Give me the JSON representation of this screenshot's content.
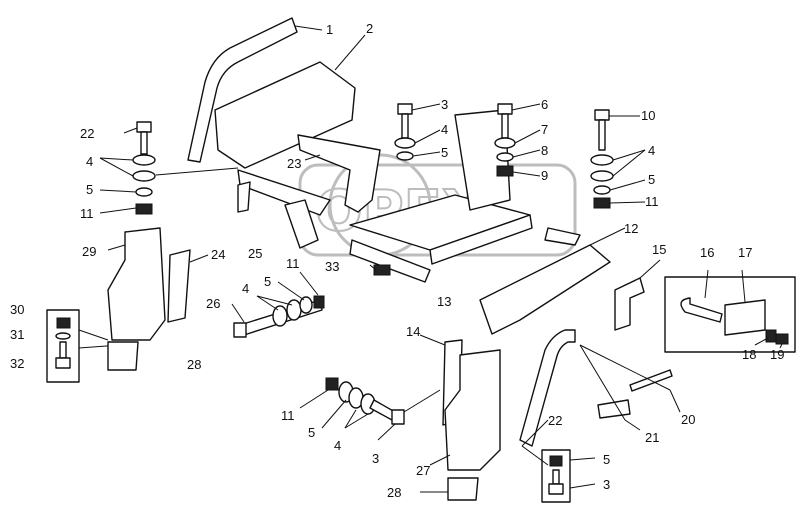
{
  "figure": {
    "watermark_text": "OPEX",
    "callouts": [
      "1",
      "2",
      "3",
      "4",
      "5",
      "6",
      "7",
      "8",
      "9",
      "10",
      "11",
      "12",
      "13",
      "14",
      "15",
      "16",
      "17",
      "18",
      "19",
      "20",
      "21",
      "22",
      "23",
      "24",
      "25",
      "26",
      "27",
      "28",
      "29",
      "30",
      "31",
      "32",
      "33"
    ]
  }
}
